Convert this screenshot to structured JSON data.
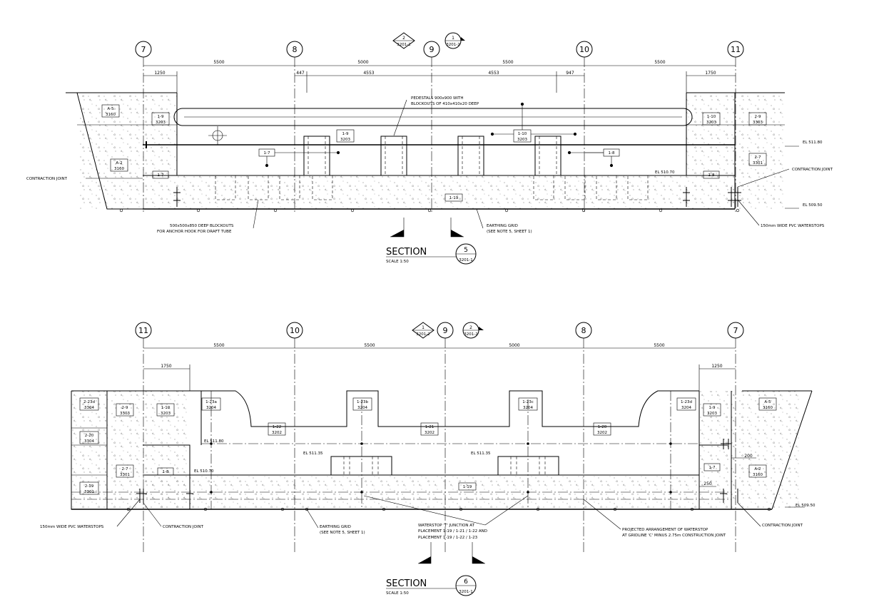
{
  "section5": {
    "grid_labels": [
      "7",
      "8",
      "9",
      "10",
      "11"
    ],
    "top_dims": [
      "5500",
      "5000",
      "5500",
      "5500"
    ],
    "sub_dims": [
      "1250",
      "447",
      "4553",
      "4553",
      "947",
      "1750"
    ],
    "callout_a": {
      "num": "2",
      "ref": "3201-2"
    },
    "callout_b": {
      "num": "1",
      "ref": "3201-2"
    },
    "tags": [
      {
        "a": "A-5",
        "b": "3160"
      },
      {
        "a": "1-9",
        "b": "3203"
      },
      {
        "a": "A-2",
        "b": "3160"
      },
      {
        "a": "1-7",
        "b": ""
      },
      {
        "a": "1-7",
        "b": ""
      },
      {
        "a": "1-9",
        "b": "3203"
      },
      {
        "a": "1-10",
        "b": "3203"
      },
      {
        "a": "1-8",
        "b": ""
      },
      {
        "a": "1-10",
        "b": "3203"
      },
      {
        "a": "2-9",
        "b": "3303"
      },
      {
        "a": "2-7",
        "b": "3301"
      },
      {
        "a": "1-8",
        "b": ""
      },
      {
        "a": "1-19",
        "b": ""
      }
    ],
    "notes": {
      "pedestals_1": "PEDESTALS 900x900 WITH",
      "pedestals_2": "BLOCKOUTS OF 410x410x20 DEEP",
      "contraction_left": "CONTRACTION JOINT",
      "contraction_right": "CONTRACTION JOINT",
      "el_top": "EL 511.80",
      "el_mid": "EL 510.70",
      "el_bot": "EL 509.50",
      "blockouts_1": "500x500x850 DEEP BLOCKOUTS",
      "blockouts_2": "FOR ANCHOR HOOK FOR DRAFT TUBE",
      "earthing_1": "EARTHING GRID",
      "earthing_2": "(SEE NOTE 5, SHEET 1)",
      "waterstops": "150mm WIDE PVC WATERSTOPS"
    },
    "title": "SECTION",
    "scale": "SCALE 1:50",
    "num": "5",
    "ref": "3201-1"
  },
  "section6": {
    "grid_labels": [
      "11",
      "10",
      "9",
      "8",
      "7"
    ],
    "top_dims": [
      "5500",
      "5500",
      "5000",
      "5500"
    ],
    "sub_dims": [
      "1750",
      "1250",
      "200",
      "250"
    ],
    "callout_a": {
      "num": "1",
      "ref": "3201-2"
    },
    "callout_b": {
      "num": "2",
      "ref": "3201-2"
    },
    "tags": [
      {
        "a": "2-23d",
        "b": "3304"
      },
      {
        "a": "2-9",
        "b": "3303"
      },
      {
        "a": "1-10",
        "b": "3203"
      },
      {
        "a": "1-23a",
        "b": "3204"
      },
      {
        "a": "1-22",
        "b": "3202"
      },
      {
        "a": "1-23b",
        "b": "3204"
      },
      {
        "a": "1-21",
        "b": "3202"
      },
      {
        "a": "1-23c",
        "b": "3204"
      },
      {
        "a": "1-20",
        "b": "3202"
      },
      {
        "a": "1-23d",
        "b": "3204"
      },
      {
        "a": "1-9",
        "b": "3203"
      },
      {
        "a": "A-5",
        "b": "3160"
      },
      {
        "a": "2-20",
        "b": "3304"
      },
      {
        "a": "2-7",
        "b": "3301"
      },
      {
        "a": "1-8",
        "b": ""
      },
      {
        "a": "1-7",
        "b": ""
      },
      {
        "a": "A-2",
        "b": "3160"
      },
      {
        "a": "2-19",
        "b": "3301"
      },
      {
        "a": "1-19",
        "b": ""
      }
    ],
    "notes": {
      "el_top": "EL 511.80",
      "el_ped_left": "EL 511.35",
      "el_ped_right": "EL 511.35",
      "el_mid": "EL 510.70",
      "el_bot": "EL 509.50",
      "waterstops": "150mm WIDE PVC WATERSTOPS",
      "contraction_left": "CONTRACTION JOINT",
      "earthing_1": "EARTHING GRID",
      "earthing_2": "(SEE NOTE 5, SHEET 1)",
      "tjunction_1": "WATERSTOP 'T' JUNCTION AT",
      "tjunction_2": "PLACEMENT 1-19 / 1-21 / 1-22 AND",
      "tjunction_3": "PLACEMENT 1-19 / 1-22 / 1-23",
      "projected_1": "PROJECTED ARRANGEMENT OF WATERSTOP",
      "projected_2": "AT GRIDLINE 'C' MINUS 2.75m CONSTRUCTION JOINT",
      "contraction_right": "CONTRACTION JOINT"
    },
    "title": "SECTION",
    "scale": "SCALE 1:50",
    "num": "6",
    "ref": "3201-1"
  }
}
